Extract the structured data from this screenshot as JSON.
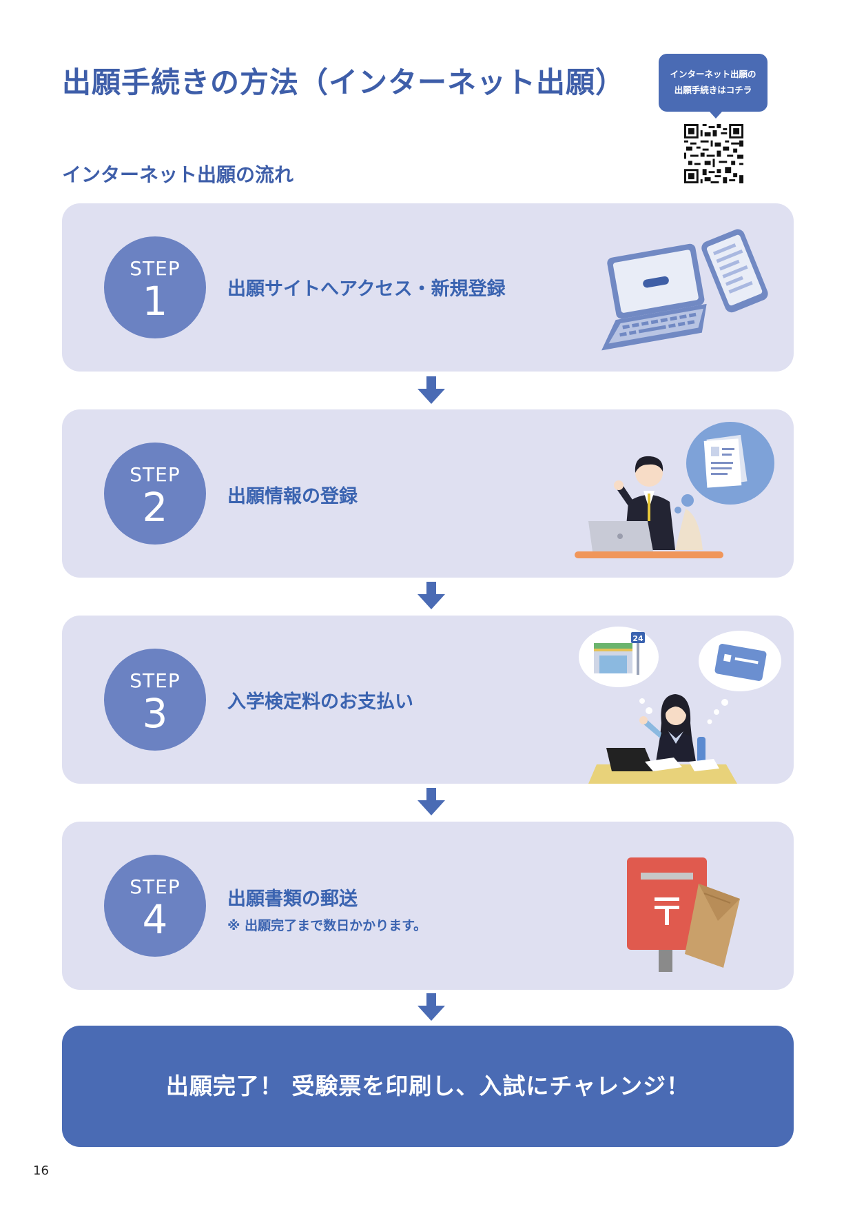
{
  "page": {
    "title": "出願手続きの方法（インターネット出願）",
    "subtitle": "インターネット出願の流れ",
    "qr_bubble": {
      "line1": "インターネット出願の",
      "line2": "出願手続きはコチラ"
    },
    "page_number": "16"
  },
  "steps": [
    {
      "label": "STEP",
      "number": "1",
      "text": "出願サイトへアクセス・新規登録",
      "note": ""
    },
    {
      "label": "STEP",
      "number": "2",
      "text": "出願情報の登録",
      "note": ""
    },
    {
      "label": "STEP",
      "number": "3",
      "text": "入学検定料のお支払い",
      "note": ""
    },
    {
      "label": "STEP",
      "number": "4",
      "text": "出願書類の郵送",
      "note": "※ 出願完了まで数日かかります。"
    }
  ],
  "final": {
    "text": "出願完了！ 受験票を印刷し、入試にチャレンジ！"
  },
  "illustrations": {
    "store_badge": "24",
    "colors": {
      "accent": "#4a6bb4",
      "step_bg": "#dfe0f1",
      "circle": "#6b82c2",
      "text": "#3a63b0"
    }
  }
}
